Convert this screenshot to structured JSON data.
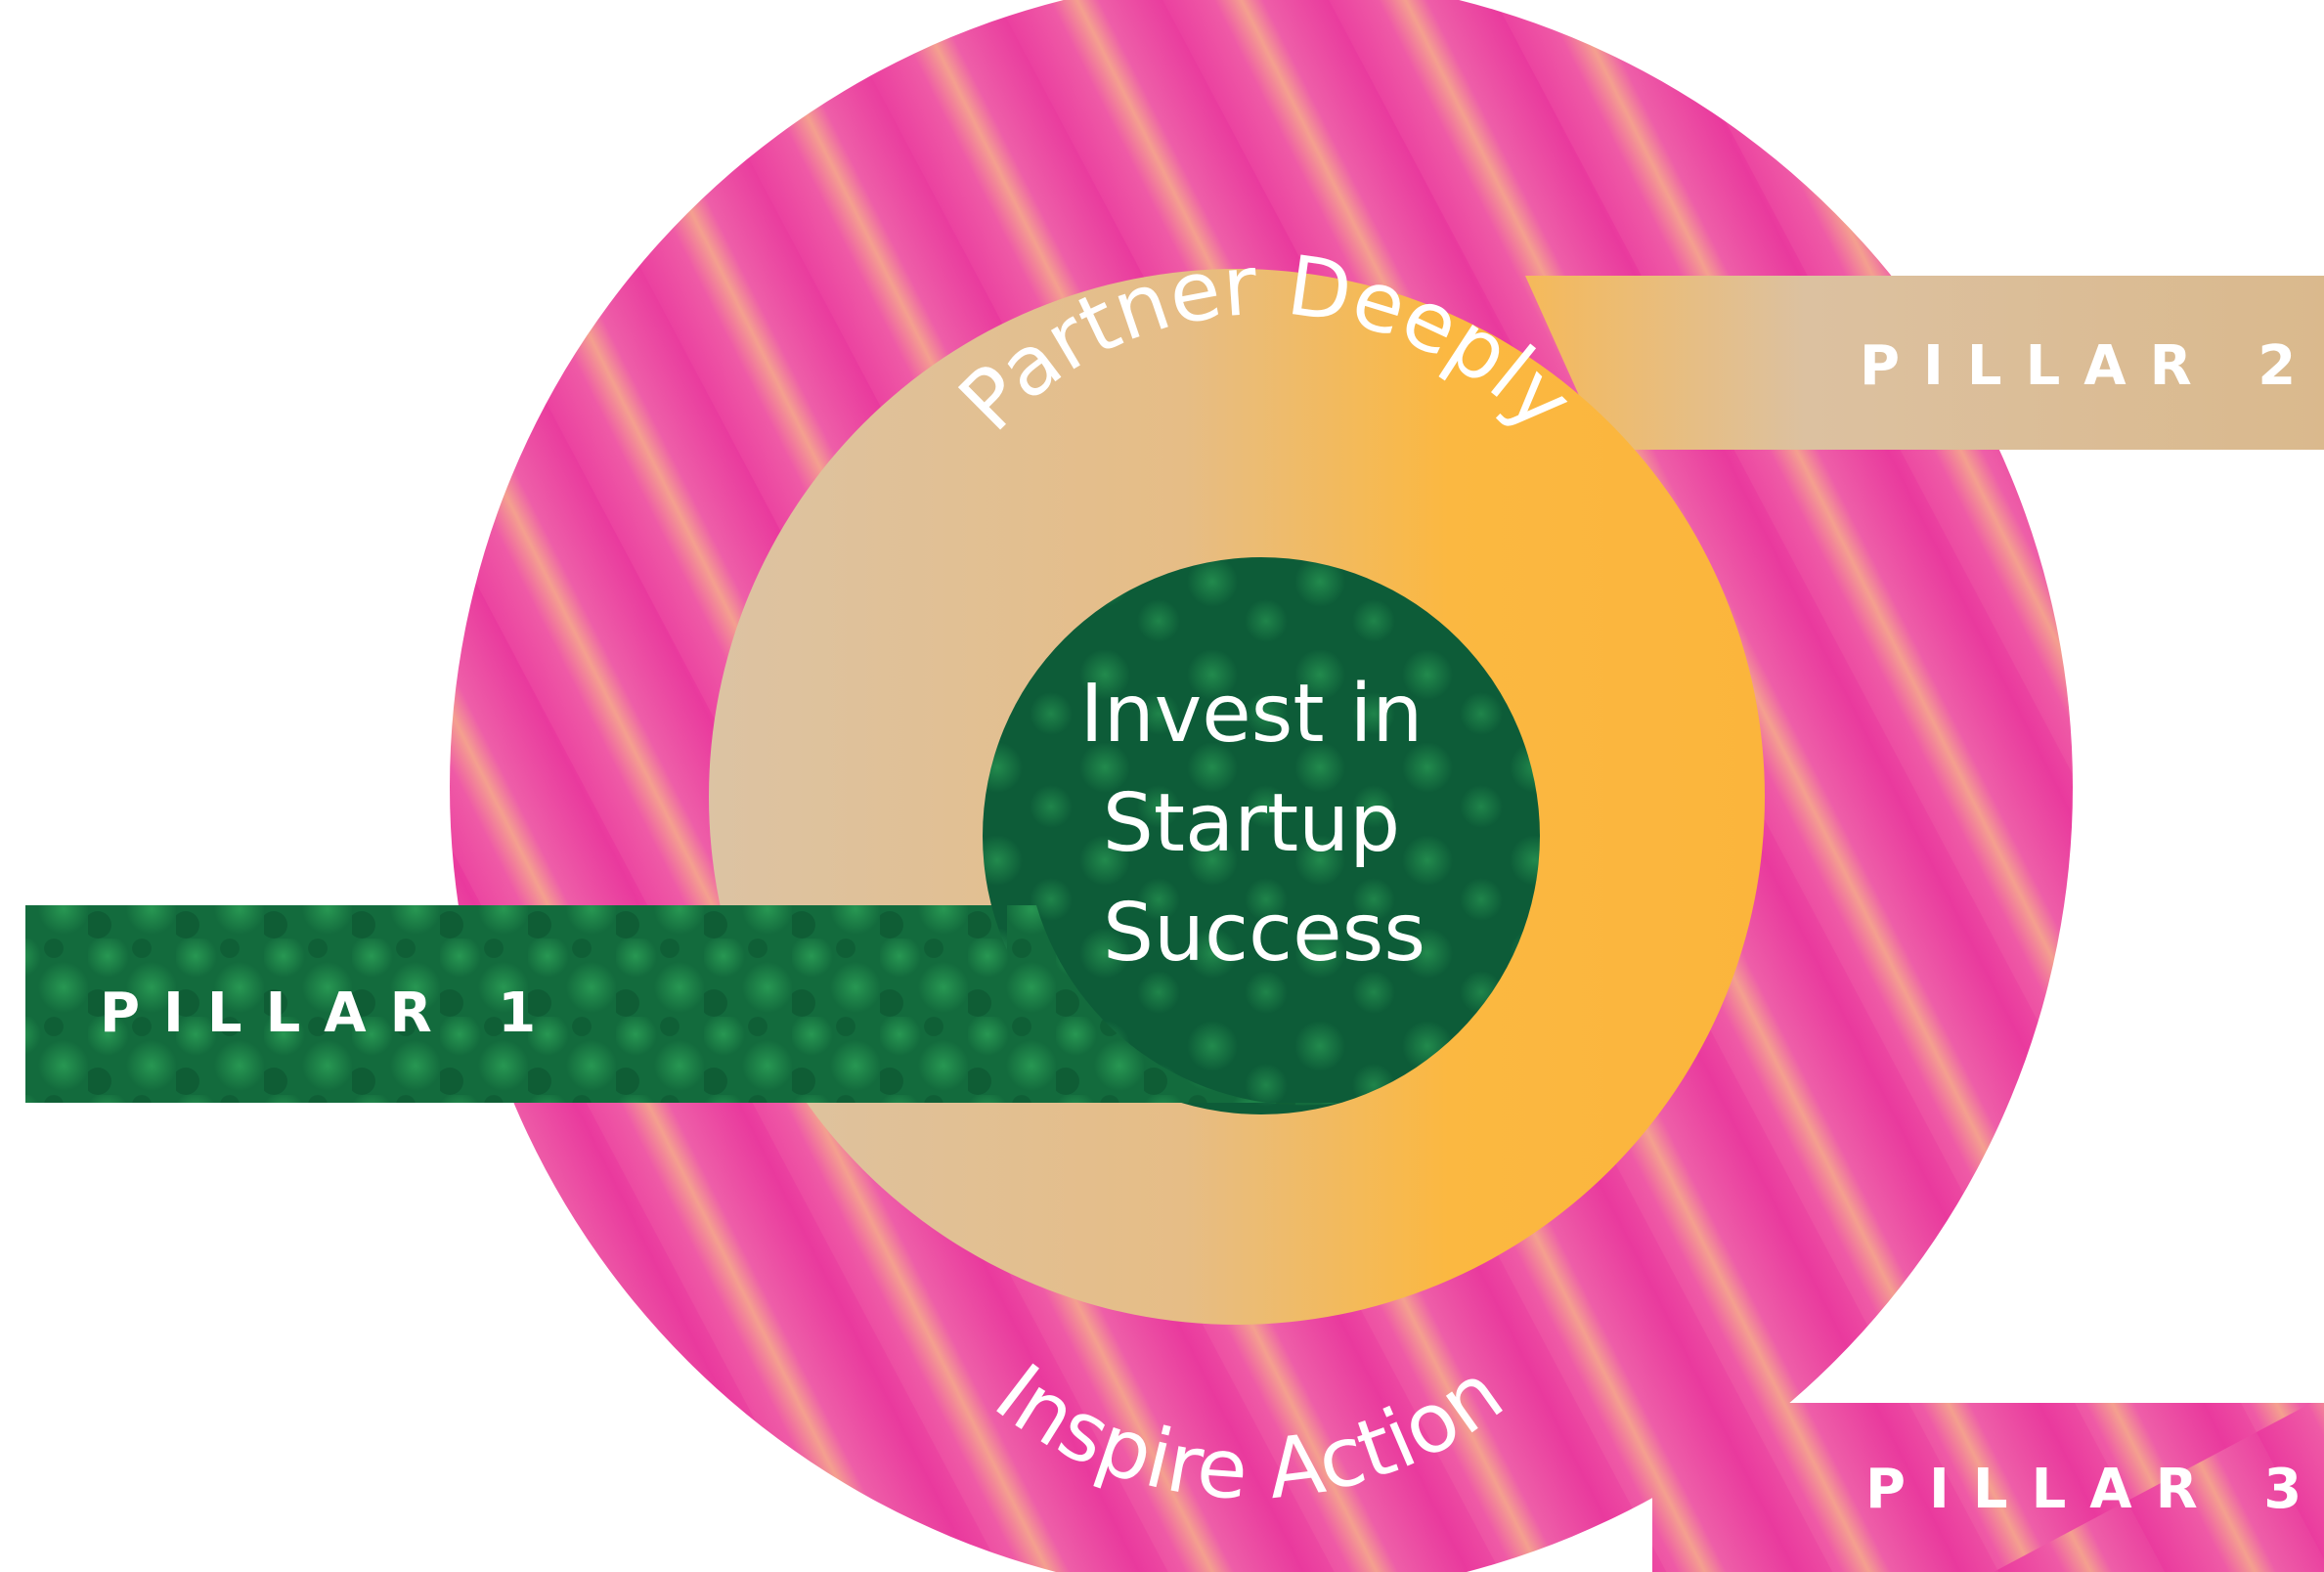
{
  "colors": {
    "outer_ring": "#ec3a9f",
    "outer_ring_light": "#f2a092",
    "middle_ring_left": "#dcc0a0",
    "middle_ring_right": "#fbb840",
    "center_dark": "#0e5e3b",
    "center_light": "#1f8e4c",
    "pillar1_band": "#14733e",
    "pillar2_band": "#dcbe93",
    "pillar3_band": "#ee4aa3",
    "text": "#ffffff",
    "background": "#ffffff"
  },
  "pillars": {
    "pillar1": {
      "label": "PILLAR 1",
      "theme": "Invest in Startup Success"
    },
    "pillar2": {
      "label": "PILLAR 2",
      "theme": "Partner Deeply"
    },
    "pillar3": {
      "label": "PILLAR 3",
      "theme": "Inspire Action"
    }
  },
  "center": {
    "lines": [
      "Invest in",
      "Startup",
      "Success"
    ]
  },
  "arcs": {
    "top": "Partner Deeply",
    "bottom": "Inspire Action"
  }
}
